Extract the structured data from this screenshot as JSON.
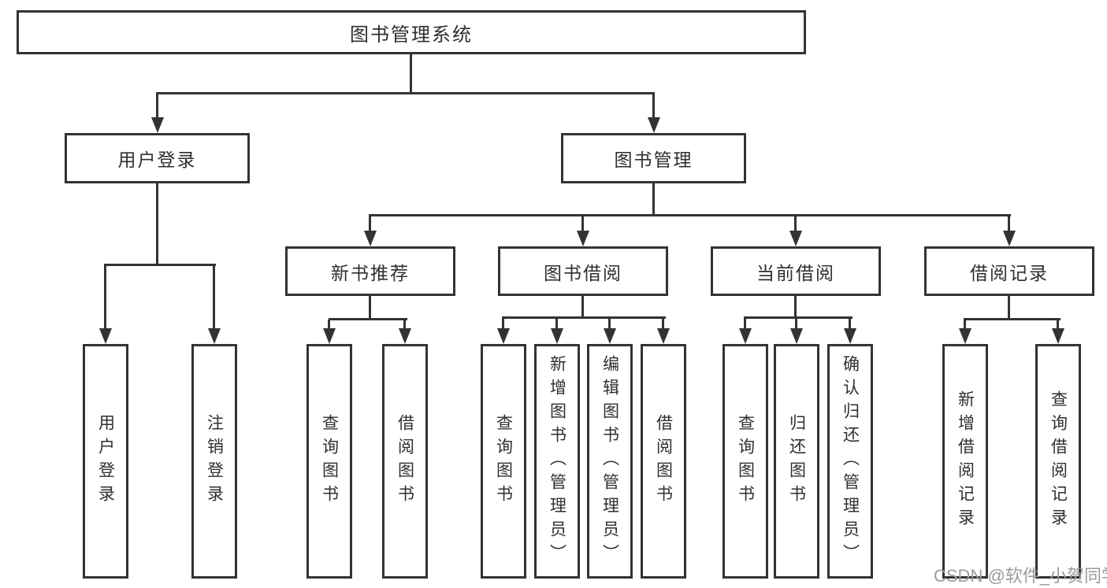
{
  "tree": {
    "label": "图书管理系统",
    "children": [
      {
        "label": "用户登录",
        "children": [
          {
            "label": "用户登录"
          },
          {
            "label": "注销登录"
          }
        ]
      },
      {
        "label": "图书管理",
        "children": [
          {
            "label": "新书推荐",
            "children": [
              {
                "label": "查询图书"
              },
              {
                "label": "借阅图书"
              }
            ]
          },
          {
            "label": "图书借阅",
            "children": [
              {
                "label": "查询图书"
              },
              {
                "label": "新增图书（管理员）"
              },
              {
                "label": "编辑图书（管理员）"
              },
              {
                "label": "借阅图书"
              }
            ]
          },
          {
            "label": "当前借阅",
            "children": [
              {
                "label": "查询图书"
              },
              {
                "label": "归还图书"
              },
              {
                "label": "确认归还（管理员）"
              }
            ]
          },
          {
            "label": "借阅记录",
            "children": [
              {
                "label": "新增借阅记录"
              },
              {
                "label": "查询借阅记录"
              }
            ]
          }
        ]
      }
    ]
  },
  "watermark": {
    "text": "CSDN @软件_小贺同学"
  },
  "colors": {
    "line": "#333333",
    "text": "#2f2f2f",
    "watermark": "#9b9b9b",
    "background": "#ffffff"
  }
}
